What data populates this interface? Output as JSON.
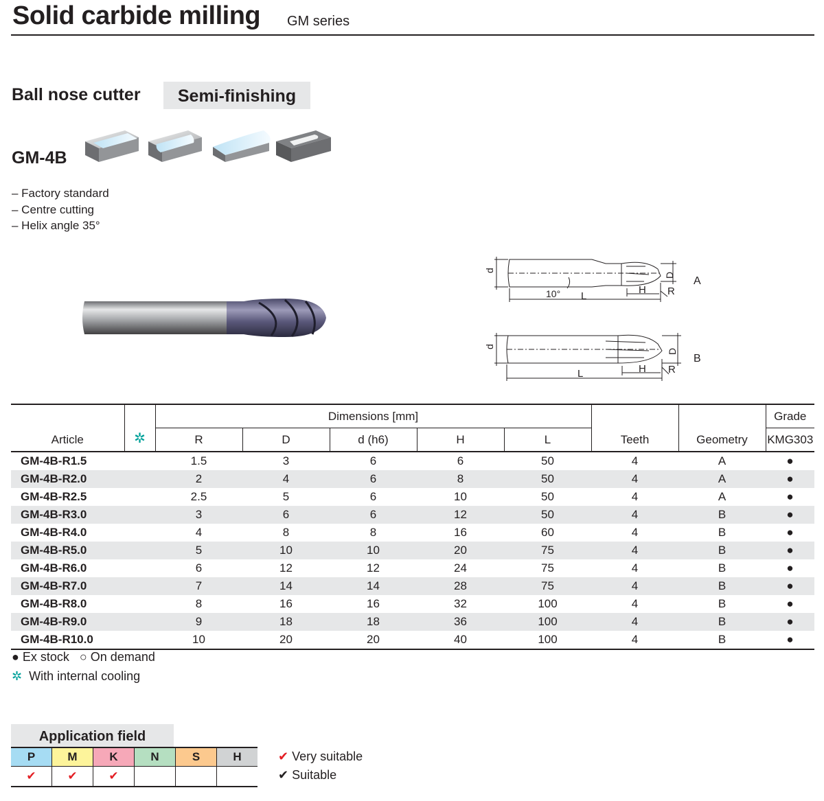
{
  "header": {
    "title": "Solid carbide milling",
    "series": "GM series"
  },
  "product": {
    "type": "Ball nose cutter",
    "badge": "Semi-finishing",
    "code": "GM-4B",
    "features": [
      "– Factory standard",
      "– Centre cutting",
      "– Helix angle 35°"
    ]
  },
  "drawing": {
    "labels": {
      "d": "d",
      "D": "D",
      "H": "H",
      "R": "R",
      "L": "L",
      "angle": "10°"
    },
    "geometry_a": "A",
    "geometry_b": "B"
  },
  "table": {
    "col_article": "Article",
    "col_cooling_icon": "✲",
    "group_dimensions": "Dimensions [mm]",
    "col_R": "R",
    "col_D": "D",
    "col_d": "d (h6)",
    "col_H": "H",
    "col_L": "L",
    "col_teeth": "Teeth",
    "col_geometry": "Geometry",
    "group_grade": "Grade",
    "col_grade": "KMG303",
    "rows": [
      {
        "article": "GM-4B-R1.5",
        "R": "1.5",
        "D": "3",
        "d": "6",
        "H": "6",
        "L": "50",
        "teeth": "4",
        "geometry": "A",
        "stock": "●"
      },
      {
        "article": "GM-4B-R2.0",
        "R": "2",
        "D": "4",
        "d": "6",
        "H": "8",
        "L": "50",
        "teeth": "4",
        "geometry": "A",
        "stock": "●"
      },
      {
        "article": "GM-4B-R2.5",
        "R": "2.5",
        "D": "5",
        "d": "6",
        "H": "10",
        "L": "50",
        "teeth": "4",
        "geometry": "A",
        "stock": "●"
      },
      {
        "article": "GM-4B-R3.0",
        "R": "3",
        "D": "6",
        "d": "6",
        "H": "12",
        "L": "50",
        "teeth": "4",
        "geometry": "B",
        "stock": "●"
      },
      {
        "article": "GM-4B-R4.0",
        "R": "4",
        "D": "8",
        "d": "8",
        "H": "16",
        "L": "60",
        "teeth": "4",
        "geometry": "B",
        "stock": "●"
      },
      {
        "article": "GM-4B-R5.0",
        "R": "5",
        "D": "10",
        "d": "10",
        "H": "20",
        "L": "75",
        "teeth": "4",
        "geometry": "B",
        "stock": "●"
      },
      {
        "article": "GM-4B-R6.0",
        "R": "6",
        "D": "12",
        "d": "12",
        "H": "24",
        "L": "75",
        "teeth": "4",
        "geometry": "B",
        "stock": "●"
      },
      {
        "article": "GM-4B-R7.0",
        "R": "7",
        "D": "14",
        "d": "14",
        "H": "28",
        "L": "75",
        "teeth": "4",
        "geometry": "B",
        "stock": "●"
      },
      {
        "article": "GM-4B-R8.0",
        "R": "8",
        "D": "16",
        "d": "16",
        "H": "32",
        "L": "100",
        "teeth": "4",
        "geometry": "B",
        "stock": "●"
      },
      {
        "article": "GM-4B-R9.0",
        "R": "9",
        "D": "18",
        "d": "18",
        "H": "36",
        "L": "100",
        "teeth": "4",
        "geometry": "B",
        "stock": "●"
      },
      {
        "article": "GM-4B-R10.0",
        "R": "10",
        "D": "20",
        "d": "20",
        "H": "40",
        "L": "100",
        "teeth": "4",
        "geometry": "B",
        "stock": "●"
      }
    ]
  },
  "legend": {
    "ex_stock": "● Ex stock",
    "on_demand": "○ On demand",
    "cooling_icon": "✲",
    "cooling": "With internal cooling"
  },
  "application": {
    "title": "Application field",
    "materials": [
      {
        "code": "P",
        "color": "#a6dcf3",
        "mark": "✔",
        "mark_type": "very"
      },
      {
        "code": "M",
        "color": "#fdf49b",
        "mark": "✔",
        "mark_type": "very"
      },
      {
        "code": "K",
        "color": "#f6a8b8",
        "mark": "✔",
        "mark_type": "very"
      },
      {
        "code": "N",
        "color": "#b5dfc1",
        "mark": "",
        "mark_type": ""
      },
      {
        "code": "S",
        "color": "#fcc98e",
        "mark": "",
        "mark_type": ""
      },
      {
        "code": "H",
        "color": "#d1d3d4",
        "mark": "",
        "mark_type": ""
      }
    ],
    "very_suitable": "Very suitable",
    "suitable": "Suitable",
    "check_mark": "✔"
  },
  "colors": {
    "cooling_icon": "#00a19a",
    "very_suitable_check": "#e31e24"
  }
}
